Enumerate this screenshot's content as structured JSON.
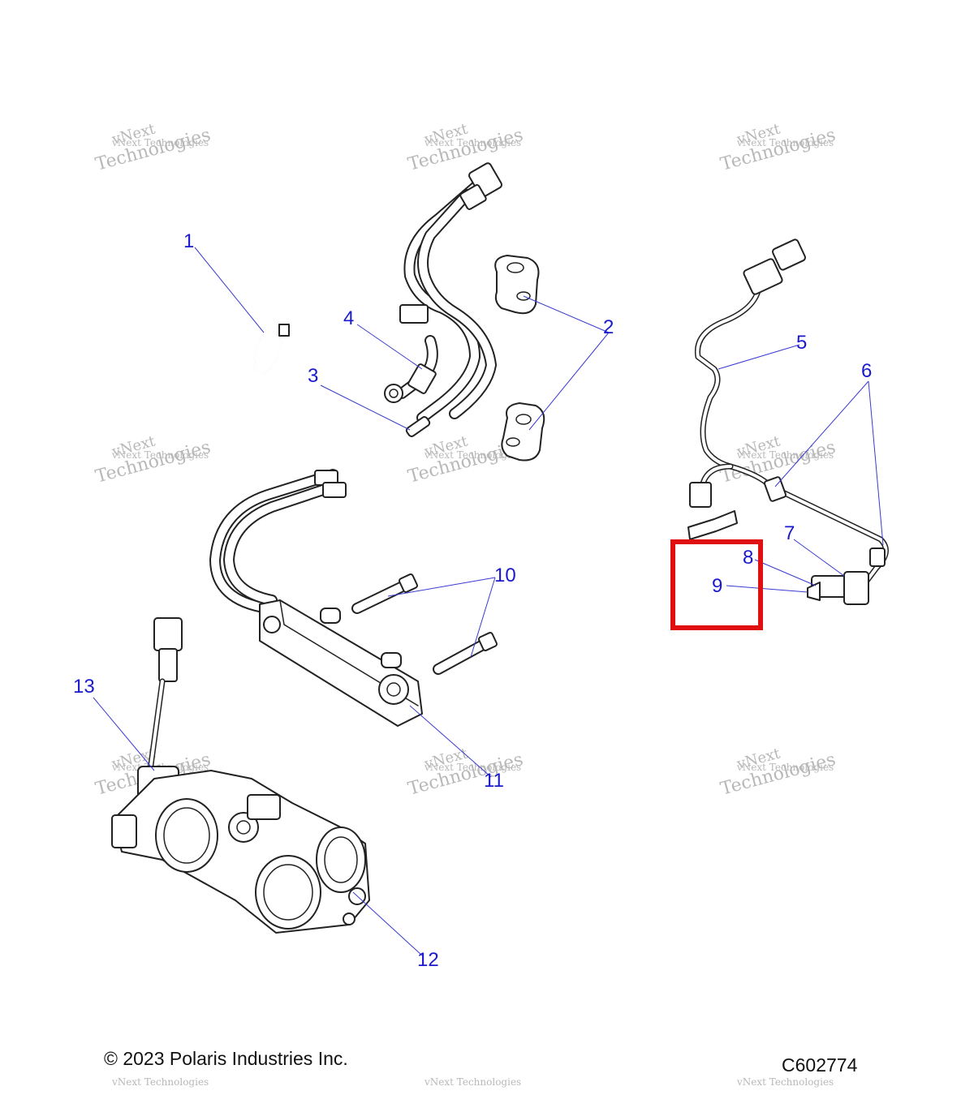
{
  "copyright": "© 2023 Polaris Industries Inc.",
  "drawing_number": "C602774",
  "watermark": {
    "line1": "vNext",
    "line2": "Technologies",
    "line3": "vNext Technologies"
  },
  "callouts": {
    "c1": "1",
    "c2": "2",
    "c3": "3",
    "c4": "4",
    "c5": "5",
    "c6": "6",
    "c7": "7",
    "c8": "8",
    "c9": "9",
    "c10": "10",
    "c11": "11",
    "c12": "12",
    "c13": "13"
  },
  "colors": {
    "callout": "#1a1acc",
    "highlight": "#e01010",
    "watermark": "#b8b8b8"
  },
  "highlighted_callout": "9"
}
